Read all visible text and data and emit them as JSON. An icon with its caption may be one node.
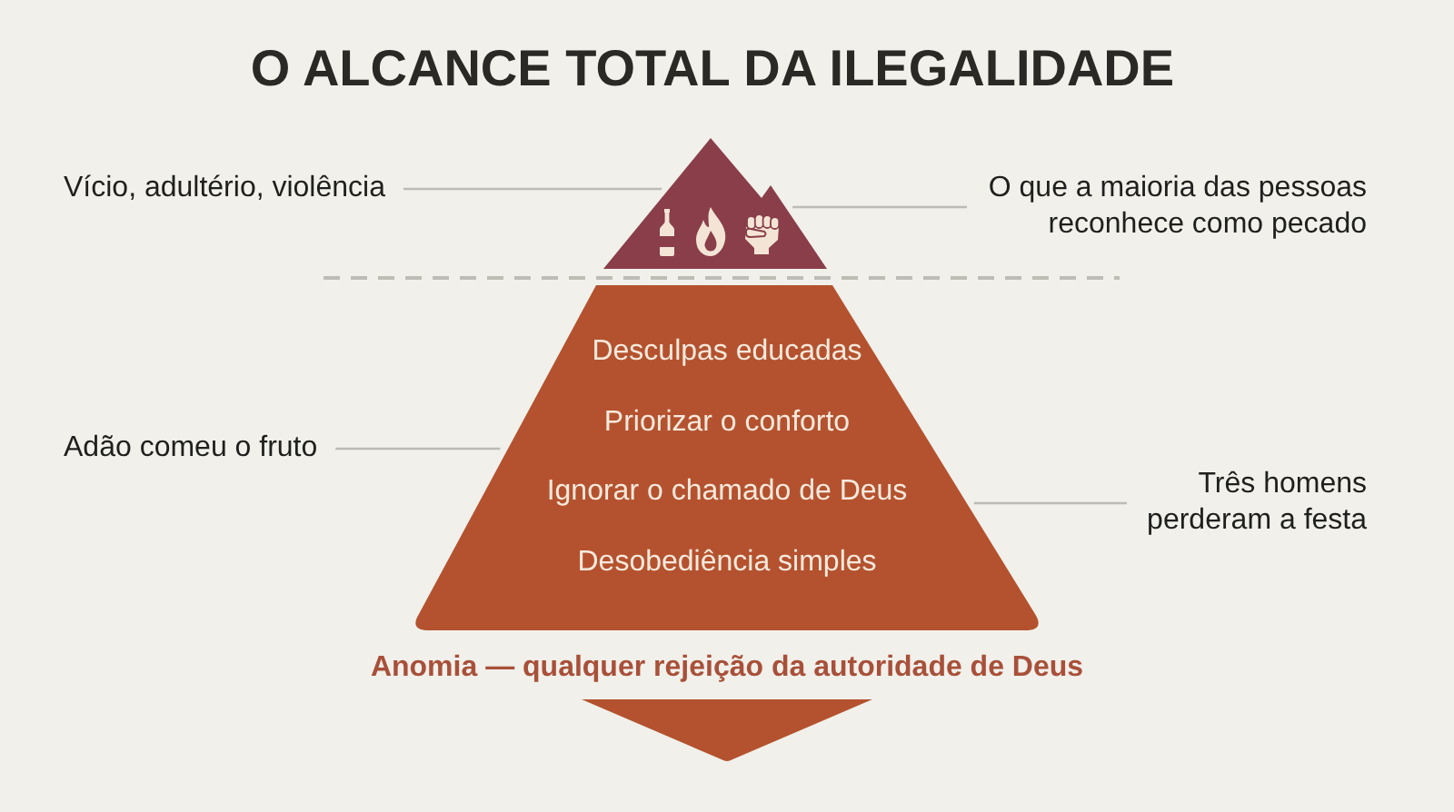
{
  "diagram": {
    "title": "O ALCANCE TOTAL DA ILEGALIDADE",
    "nodes": [
      {
        "text": [
          "Vício, adultério, violência"
        ]
      },
      {
        "text": [],
        "shape": "triangle"
      },
      {
        "text": [
          "O que a maioria das pessoas reconhece como pecado"
        ]
      },
      {
        "text": [
          "Desculpas educadas",
          "Priorizar o conforto",
          "Ignorar o chamado de Deus",
          "Desobediência simples"
        ]
      },
      {
        "text": [
          "Adão comeu o fruto"
        ]
      },
      {
        "text": [
          "Três homens perderam a festa"
        ]
      }
    ],
    "edges": [
      {
        "from": 0,
        "to": 1,
        "arrow": "none"
      },
      {
        "from": 2,
        "to": 1,
        "arrow": "none"
      },
      {
        "from": 4,
        "to": 3,
        "arrow": "none"
      },
      {
        "from": 5,
        "to": 3,
        "arrow": "none"
      }
    ],
    "labels": [
      "Anomia — qualquer rejeição da autoridade de Deus"
    ]
  }
}
